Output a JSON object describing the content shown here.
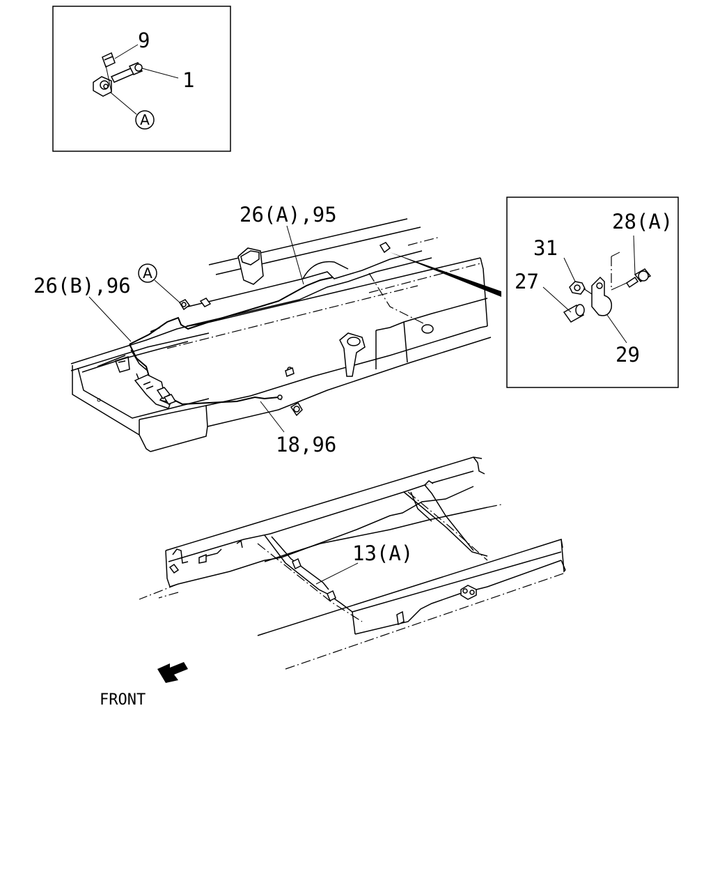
{
  "labels": {
    "part_9": "9",
    "part_1": "1",
    "ref_a_inset": "A",
    "part_26a_95": "26(A),95",
    "part_26b_96": "26(B),96",
    "ref_a_main": "A",
    "part_18_96": "18,96",
    "part_28a": "28(A)",
    "part_31": "31",
    "part_27": "27",
    "part_29": "29",
    "part_13a": "13(A)",
    "front": "FRONT"
  }
}
